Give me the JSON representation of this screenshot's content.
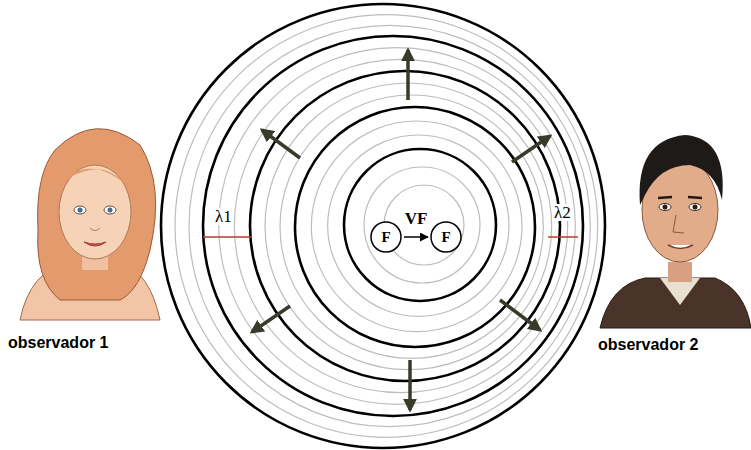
{
  "diagram": {
    "nodes": [
      {
        "text": [
          "F"
        ]
      },
      {
        "text": [
          "F"
        ]
      }
    ],
    "edges": [
      {
        "from": 0,
        "to": 1,
        "arrow": "to",
        "label": "VF"
      }
    ],
    "labels": [
      "λ1",
      "λ2",
      "observador 1",
      "observador 2"
    ]
  }
}
